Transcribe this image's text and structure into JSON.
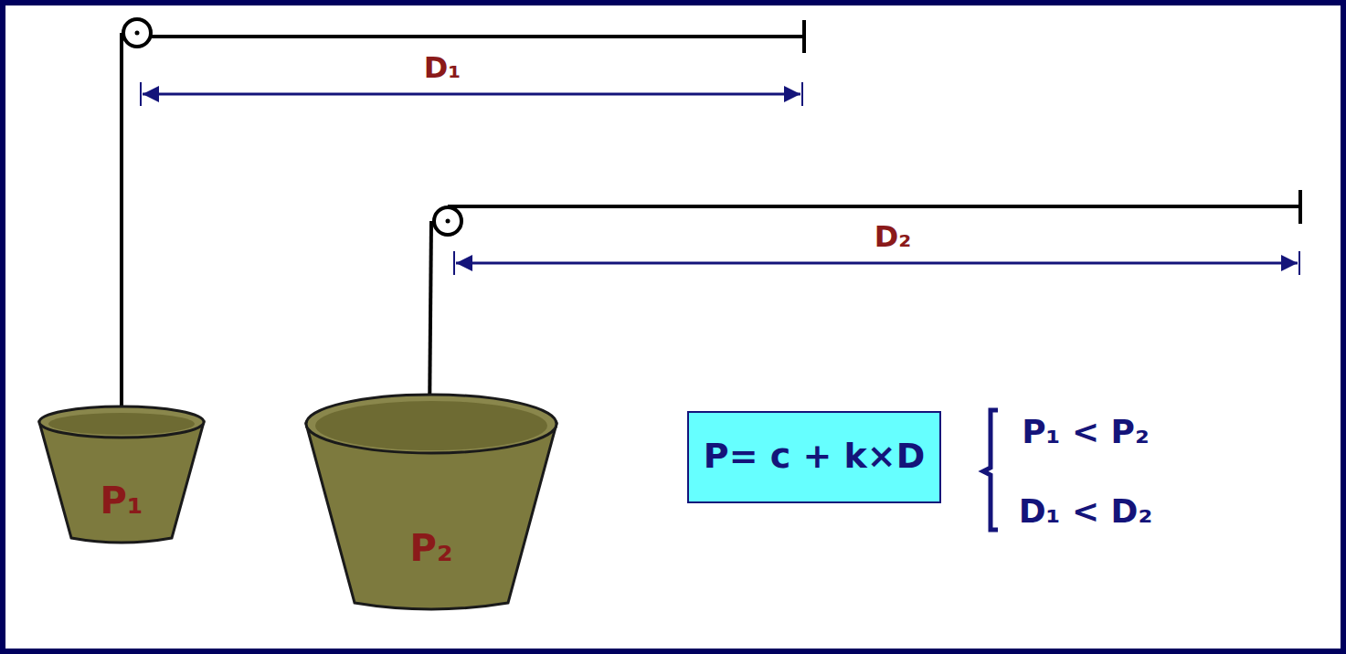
{
  "diagram": {
    "nodes": [
      {
        "text": [
          "P₁"
        ]
      },
      {
        "text": [
          "P₂"
        ]
      },
      {
        "text": [
          "P= c + k×D"
        ]
      }
    ],
    "labels": [
      "D₁",
      "D₂",
      "P₁ < P₂",
      "D₁ < D₂"
    ]
  }
}
